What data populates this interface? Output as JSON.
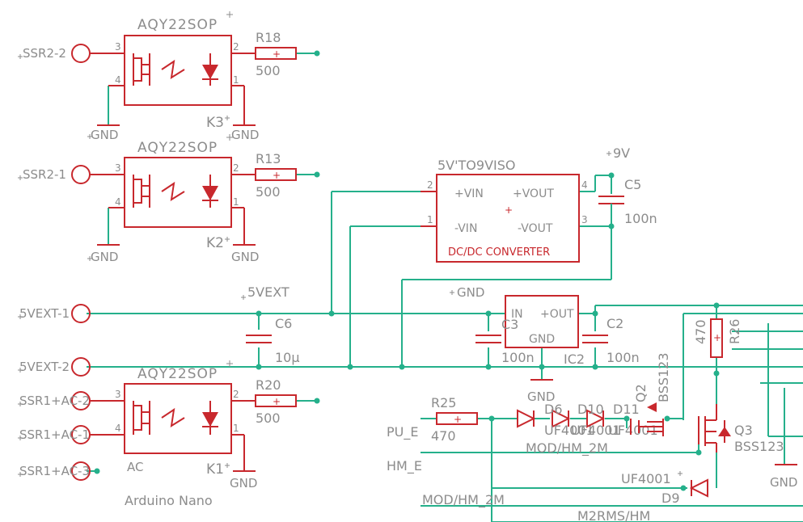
{
  "colors": {
    "symbol": "#c8282d",
    "wire": "#25b08b",
    "label": "#8c8c8c",
    "background": "#ffffff"
  },
  "optocouplers": [
    {
      "name": "AQY22SOP",
      "ref": "K3",
      "pin_a": "3",
      "pin_b": "4",
      "pin_c": "2",
      "pin_d": "1"
    },
    {
      "name": "AQY22SOP",
      "ref": "K2",
      "pin_a": "3",
      "pin_b": "4",
      "pin_c": "2",
      "pin_d": "1"
    },
    {
      "name": "AQY22SOP",
      "ref": "K1",
      "pin_a": "3",
      "pin_b": "4",
      "pin_c": "2",
      "pin_d": "1",
      "extra": "AC"
    }
  ],
  "resistors": {
    "r18": {
      "ref": "R18",
      "value": "500"
    },
    "r13": {
      "ref": "R13",
      "value": "500"
    },
    "r20": {
      "ref": "R20",
      "value": "500"
    },
    "r25": {
      "ref": "R25",
      "value": "470"
    },
    "r26": {
      "ref": "R26",
      "value": "470"
    }
  },
  "connectors": {
    "ssr2_2": "SSR2-2",
    "ssr2_1": "SSR2-1",
    "vext1": "5VEXT-1",
    "vext2": "5VEXT-2",
    "ssr1_ac2": "SSR1+AC-2",
    "ssr1_ac1": "SSR1+AC-1",
    "ssr1_ac3": "SSR1+AC-3"
  },
  "gnd": "GND",
  "net_5vext": "5VEXT",
  "net_9v": "9V",
  "converter": {
    "name": "5V'TO9VISO",
    "vin_p": "+VIN",
    "vin_n": "-VIN",
    "vout_p": "+VOUT",
    "vout_n": "-VOUT",
    "pin2": "2",
    "pin1": "1",
    "pin4": "4",
    "pin3": "3",
    "desc": "DC/DC CONVERTER"
  },
  "regulator": {
    "ref": "IC2",
    "in": "IN",
    "out": "+OUT",
    "gnd": "GND"
  },
  "capacitors": {
    "c5": {
      "ref": "C5",
      "value": "100n"
    },
    "c6": {
      "ref": "C6",
      "value": "10µ"
    },
    "c3": {
      "ref": "C3",
      "value": "100n"
    },
    "c2": {
      "ref": "C2",
      "value": "100n"
    }
  },
  "diodes": {
    "d6": "D6",
    "d10": "D10",
    "d11": "D11",
    "d9": "D9",
    "uf_a": "UF4001",
    "uf_b": "UF4001",
    "uf_c": "UF4001",
    "uf_d": "UF4001"
  },
  "transistors": {
    "q2": "Q2",
    "q2_type": "BSS123",
    "q3": "Q3",
    "q3_type": "BSS123"
  },
  "nets": {
    "pu_e": "PU_E",
    "mod_hm_2m_a": "MOD/HM_2M",
    "hm_e": "HM_E",
    "mod_hm_2m_b": "MOD/HM_2M",
    "m2rms_hm": "M2RMS/HM"
  },
  "footer_label": "Arduino Nano"
}
